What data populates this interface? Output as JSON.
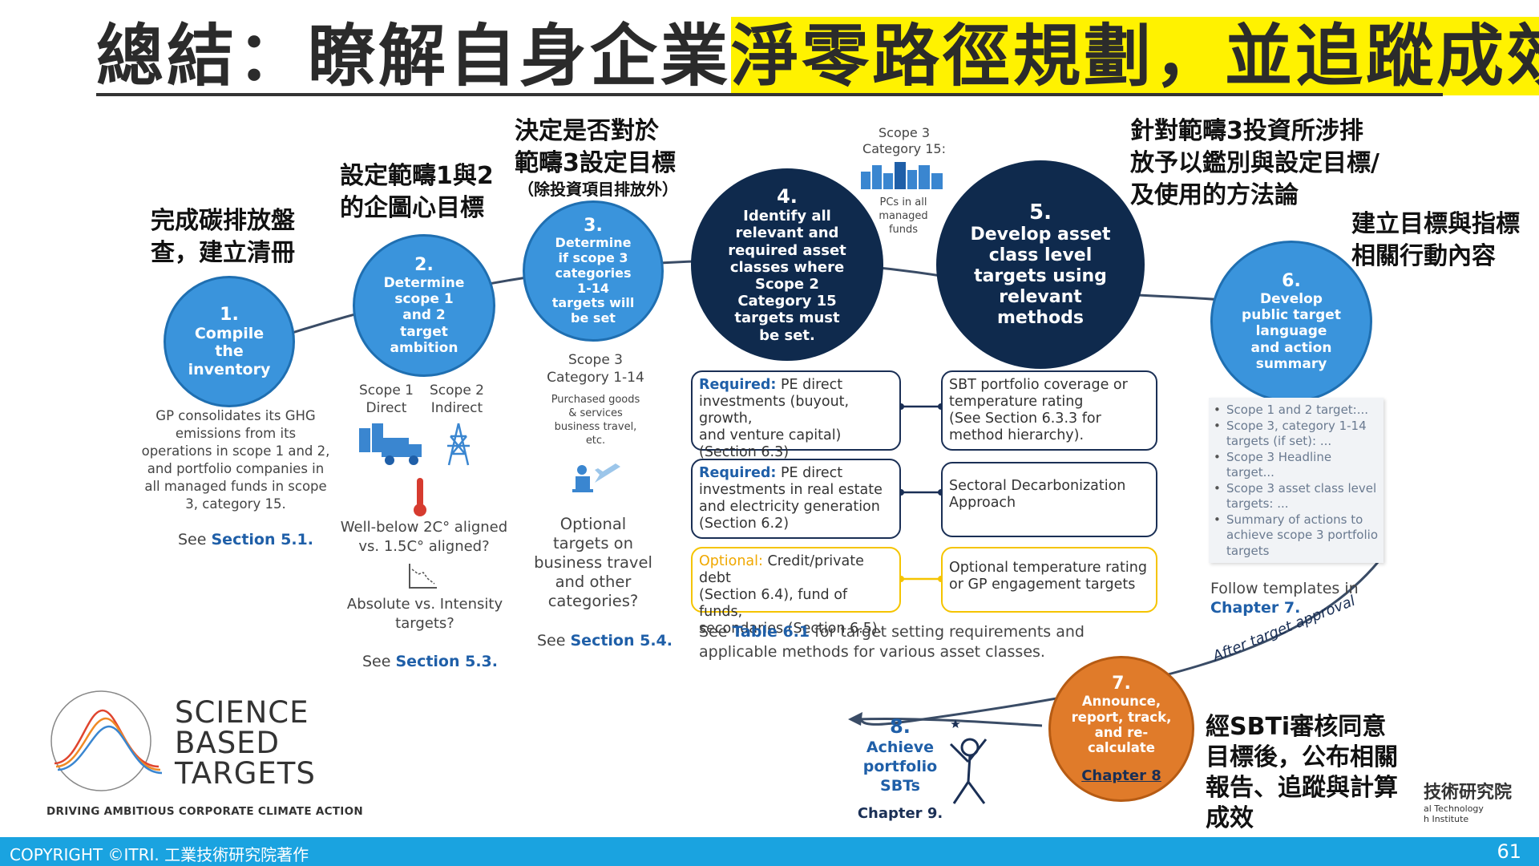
{
  "title": {
    "prefix": "總結：瞭解自身企業",
    "highlight": "淨零路徑規劃，並追蹤成效"
  },
  "annotations": {
    "a1": [
      "完成碳排放盤",
      "查，建立清冊"
    ],
    "a2": [
      "設定範疇1與2",
      "的企圖心目標"
    ],
    "a3": [
      "決定是否對於",
      "範疇3設定目標"
    ],
    "a3_note": "（除投資項目排放外）",
    "a5": [
      "針對範疇3投資所涉排",
      "放予以鑑別與設定目標/",
      "及使用的方法論"
    ],
    "a6": [
      "建立目標與指標",
      "相關行動內容"
    ],
    "a7": [
      "經SBTi審核同意",
      "目標後，公布相關",
      "報告、追蹤與計算",
      "成效"
    ]
  },
  "steps": {
    "s1": {
      "num": "1.",
      "text": [
        "Compile",
        "the",
        "inventory"
      ]
    },
    "s2": {
      "num": "2.",
      "text": [
        "Determine",
        "scope 1",
        "and 2",
        "target",
        "ambition"
      ]
    },
    "s3": {
      "num": "3.",
      "text": [
        "Determine",
        "if scope 3",
        "categories",
        "1-14",
        "targets will",
        "be set"
      ]
    },
    "s4": {
      "num": "4.",
      "text": [
        "Identify all",
        "relevant and",
        "required asset",
        "classes where",
        "Scope 2",
        "Category 15",
        "targets must",
        "be set."
      ]
    },
    "s5": {
      "num": "5.",
      "text": [
        "Develop asset",
        "class level",
        "targets using",
        "relevant",
        "methods"
      ]
    },
    "s6": {
      "num": "6.",
      "text": [
        "Develop",
        "public target",
        "language",
        "and action",
        "summary"
      ]
    },
    "s7": {
      "num": "7.",
      "text": [
        "Announce,",
        "report, track,",
        "and re-",
        "calculate"
      ],
      "chapter": "Chapter 8"
    },
    "s8": {
      "num": "8.",
      "text": [
        "Achieve",
        "portfolio",
        "SBTs"
      ],
      "chapter": "Chapter 9."
    }
  },
  "col1": {
    "desc": [
      "GP consolidates its GHG",
      "emissions from its",
      "operations in scope 1 and 2,",
      "and portfolio companies in",
      "all managed funds in scope",
      "3, category 15."
    ],
    "see": "See",
    "section": "Section 5.1."
  },
  "col2": {
    "scope1": [
      "Scope 1",
      "Direct"
    ],
    "scope2": [
      "Scope 2",
      "Indirect"
    ],
    "q1": [
      "Well-below 2C° aligned",
      "vs. 1.5C° aligned?"
    ],
    "q2": [
      "Absolute vs. Intensity",
      "targets?"
    ],
    "see": "See",
    "section": "Section 5.3."
  },
  "col3": {
    "header": [
      "Scope 3",
      "Category 1-14"
    ],
    "sub": [
      "Purchased goods",
      "& services",
      "business travel,",
      "etc."
    ],
    "q": [
      "Optional",
      "targets on",
      "business travel",
      "and other",
      "categories?"
    ],
    "see": "See",
    "section": "Section 5.4."
  },
  "col4": {
    "header": [
      "Scope 3",
      "Category 15:"
    ],
    "sub": [
      "PCs in all",
      "managed",
      "funds"
    ]
  },
  "boxes": {
    "b1": {
      "label": "Required:",
      "text": [
        "PE direct",
        "investments (buyout, growth,",
        "and venture capital)",
        "(Section 6.3)"
      ]
    },
    "b2": {
      "label": "Required:",
      "text": [
        "PE direct",
        "investments in real estate",
        "and electricity generation",
        "(Section 6.2)"
      ]
    },
    "b3": {
      "label": "Optional:",
      "text": [
        "Credit/private debt",
        "(Section 6.4), fund of funds,",
        "secondaries (Section 6.5)."
      ]
    },
    "r1": [
      "SBT portfolio coverage or",
      "temperature rating",
      "(See Section 6.3.3  for",
      "method hierarchy)."
    ],
    "r2": [
      "Sectoral Decarbonization",
      "Approach"
    ],
    "r3": [
      "Optional temperature rating",
      "or GP engagement targets"
    ]
  },
  "table_note": {
    "see": "See",
    "ref": "Table 6.1",
    "rest": "for target setting requirements and",
    "line2": "applicable methods for various asset classes."
  },
  "summary_doc": [
    "Scope 1 and 2 target:...",
    "Scope 3, category 1-14 targets (if set): ...",
    "Scope 3 Headline target...",
    "Scope 3 asset class level targets: ...",
    "Summary of actions to achieve scope 3 portfolio targets"
  ],
  "follow": {
    "text": "Follow templates in",
    "chapter": "Chapter 7."
  },
  "after_approval": "After target approval",
  "logo": {
    "lines": [
      "SCIENCE",
      "BASED",
      "TARGETS"
    ],
    "tagline": "DRIVING AMBITIOUS CORPORATE CLIMATE ACTION"
  },
  "itri_logo": {
    "lines": [
      "技術研究院",
      "al Technology",
      "h Institute"
    ]
  },
  "footer": {
    "copyright": "COPYRIGHT ©ITRI. 工業技術研究院著作",
    "page": "61"
  },
  "colors": {
    "blue": "#3a94dc",
    "navy": "#0f2a4d",
    "orange": "#e07b2a",
    "highlight": "#fff200",
    "footer": "#1aa3e0"
  },
  "icons": [
    "building-truck-icon",
    "power-tower-icon",
    "thermometer-icon",
    "declining-chart-icon",
    "office-worker-plane-icon",
    "city-buildings-icon",
    "celebrating-person-icon"
  ]
}
